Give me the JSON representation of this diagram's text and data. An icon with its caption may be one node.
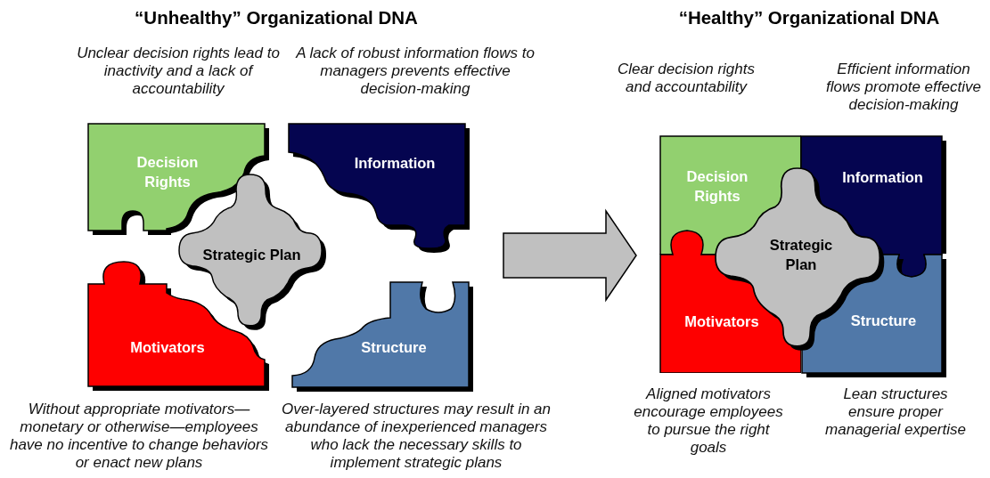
{
  "diagram": {
    "nodes": [
      {
        "text": [
          "Decision Rights"
        ],
        "beside": [
          "Unclear decision rights lead to inactivity and a lack of accountability"
        ]
      },
      {
        "text": [
          "Information"
        ],
        "beside": [
          "A lack of robust information flows to managers prevents effective decision-making"
        ]
      },
      {
        "text": [
          "Strategic Plan"
        ]
      },
      {
        "text": [
          "Motivators"
        ],
        "beside": [
          "Without appropriate motivators—monetary or otherwise—employees have no incentive to change behaviors or enact new plans"
        ]
      },
      {
        "text": [
          "Structure"
        ],
        "beside": [
          "Over-layered structures may result in an abundance of inexperienced managers who lack the necessary skills to implement strategic plans"
        ]
      },
      {
        "text": [
          "Decision Rights"
        ],
        "beside": [
          "Clear decision rights and accountability"
        ]
      },
      {
        "text": [
          "Information"
        ],
        "beside": [
          "Efficient information flows promote effective decision-making"
        ]
      },
      {
        "text": [
          "Strategic Plan"
        ]
      },
      {
        "text": [
          "Motivators"
        ],
        "beside": [
          "Aligned motivators encourage employees to pursue the right goals"
        ]
      },
      {
        "text": [
          "Structure"
        ],
        "beside": [
          "Lean structures ensure proper managerial expertise"
        ]
      }
    ],
    "labels": [
      "“Unhealthy” Organizational DNA",
      "“Healthy” Organizational DNA"
    ]
  }
}
